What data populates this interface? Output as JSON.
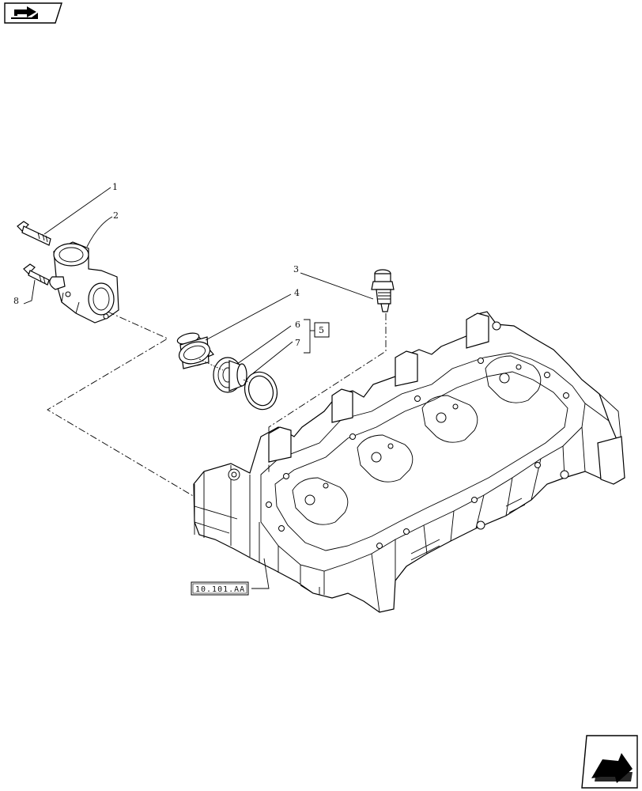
{
  "callouts": {
    "c1": "1",
    "c2": "2",
    "c3": "3",
    "c4": "4",
    "c5": "5",
    "c6": "6",
    "c7": "7",
    "c8": "8"
  },
  "reference": {
    "cylinder_head": "10.101.AA"
  },
  "icons": {
    "top_left": "back-arrow-icon",
    "bottom_right": "next-arrow-icon"
  }
}
